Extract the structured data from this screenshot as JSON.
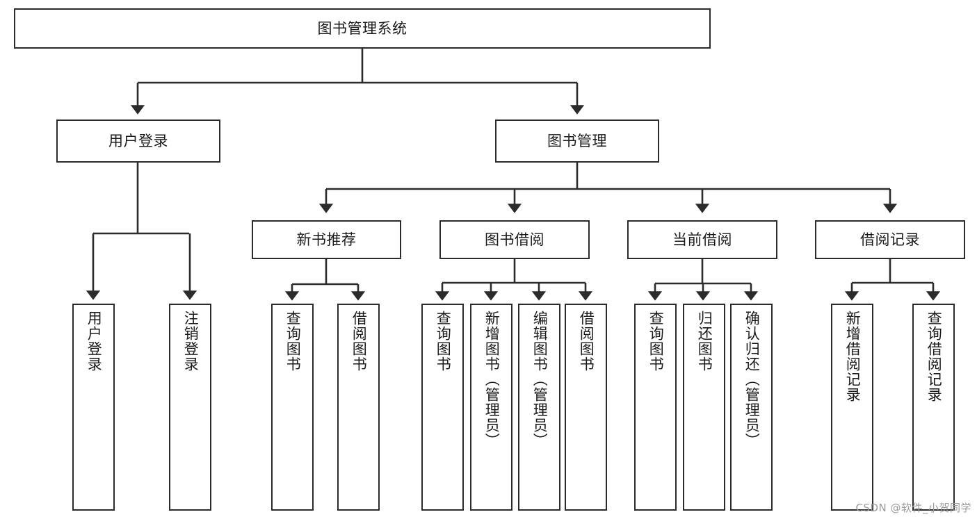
{
  "diagram": {
    "title": "图书管理系统",
    "type": "hierarchy-tree",
    "watermark": "CSDN @软件_小贺同学",
    "root": {
      "label": "图书管理系统"
    },
    "level1": [
      {
        "label": "用户登录"
      },
      {
        "label": "图书管理"
      }
    ],
    "level2": [
      {
        "label": "新书推荐"
      },
      {
        "label": "图书借阅"
      },
      {
        "label": "当前借阅"
      },
      {
        "label": "借阅记录"
      }
    ],
    "leaves": {
      "user_login": [
        {
          "label": "用户登录"
        },
        {
          "label": "注销登录"
        }
      ],
      "new_book_recommend": [
        {
          "label": "查询图书"
        },
        {
          "label": "借阅图书"
        }
      ],
      "book_borrow": [
        {
          "label": "查询图书"
        },
        {
          "label": "新增图书（管理员）"
        },
        {
          "label": "编辑图书（管理员）"
        },
        {
          "label": "借阅图书"
        }
      ],
      "current_borrow": [
        {
          "label": "查询图书"
        },
        {
          "label": "归还图书"
        },
        {
          "label": "确认归还（管理员）"
        }
      ],
      "borrow_record": [
        {
          "label": "新增借阅记录"
        },
        {
          "label": "查询借阅记录"
        }
      ]
    },
    "colors": {
      "stroke": "#2b2b2b",
      "fill": "#ffffff",
      "text": "#1a1a1a",
      "watermark": "#9a9a9a"
    }
  }
}
